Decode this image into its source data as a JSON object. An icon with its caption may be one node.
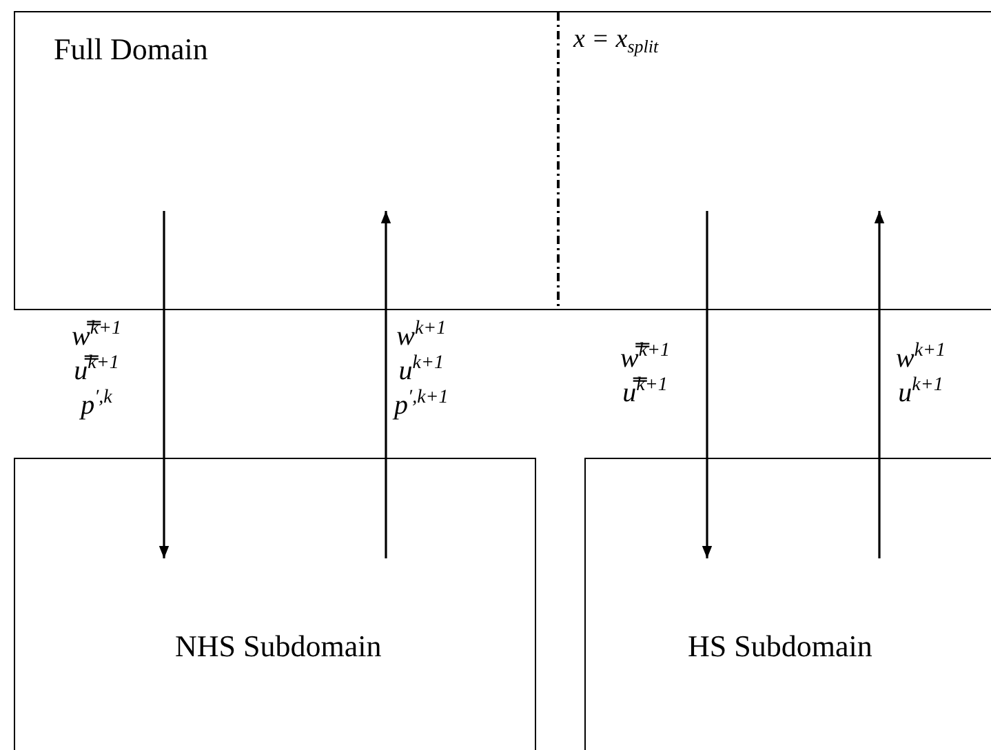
{
  "diagram": {
    "nodes": [
      {
        "text": [
          "Full Domain"
        ]
      },
      {
        "text": [
          "NHS Subdomain"
        ]
      },
      {
        "text": [
          "HS Subdomain"
        ]
      }
    ],
    "edges": [
      {
        "from": 0,
        "to": 1,
        "arrow": "to",
        "label": "w̿$^{k+1}$ u̿$^{k+1}$ p$^{′,k}$"
      },
      {
        "from": 1,
        "to": 0,
        "arrow": "to",
        "label": "w$^{k+1}$ u$^{k+1}$ p$^{′,k+1}$"
      },
      {
        "from": 0,
        "to": 2,
        "arrow": "to",
        "label": "w̿$^{k+1}$ u̿$^{k+1}$"
      },
      {
        "from": 2,
        "to": 0,
        "arrow": "to",
        "label": "w$^{k+1}$ u$^{k+1}$"
      }
    ],
    "labels": [
      "x = x$_{split}$"
    ]
  }
}
